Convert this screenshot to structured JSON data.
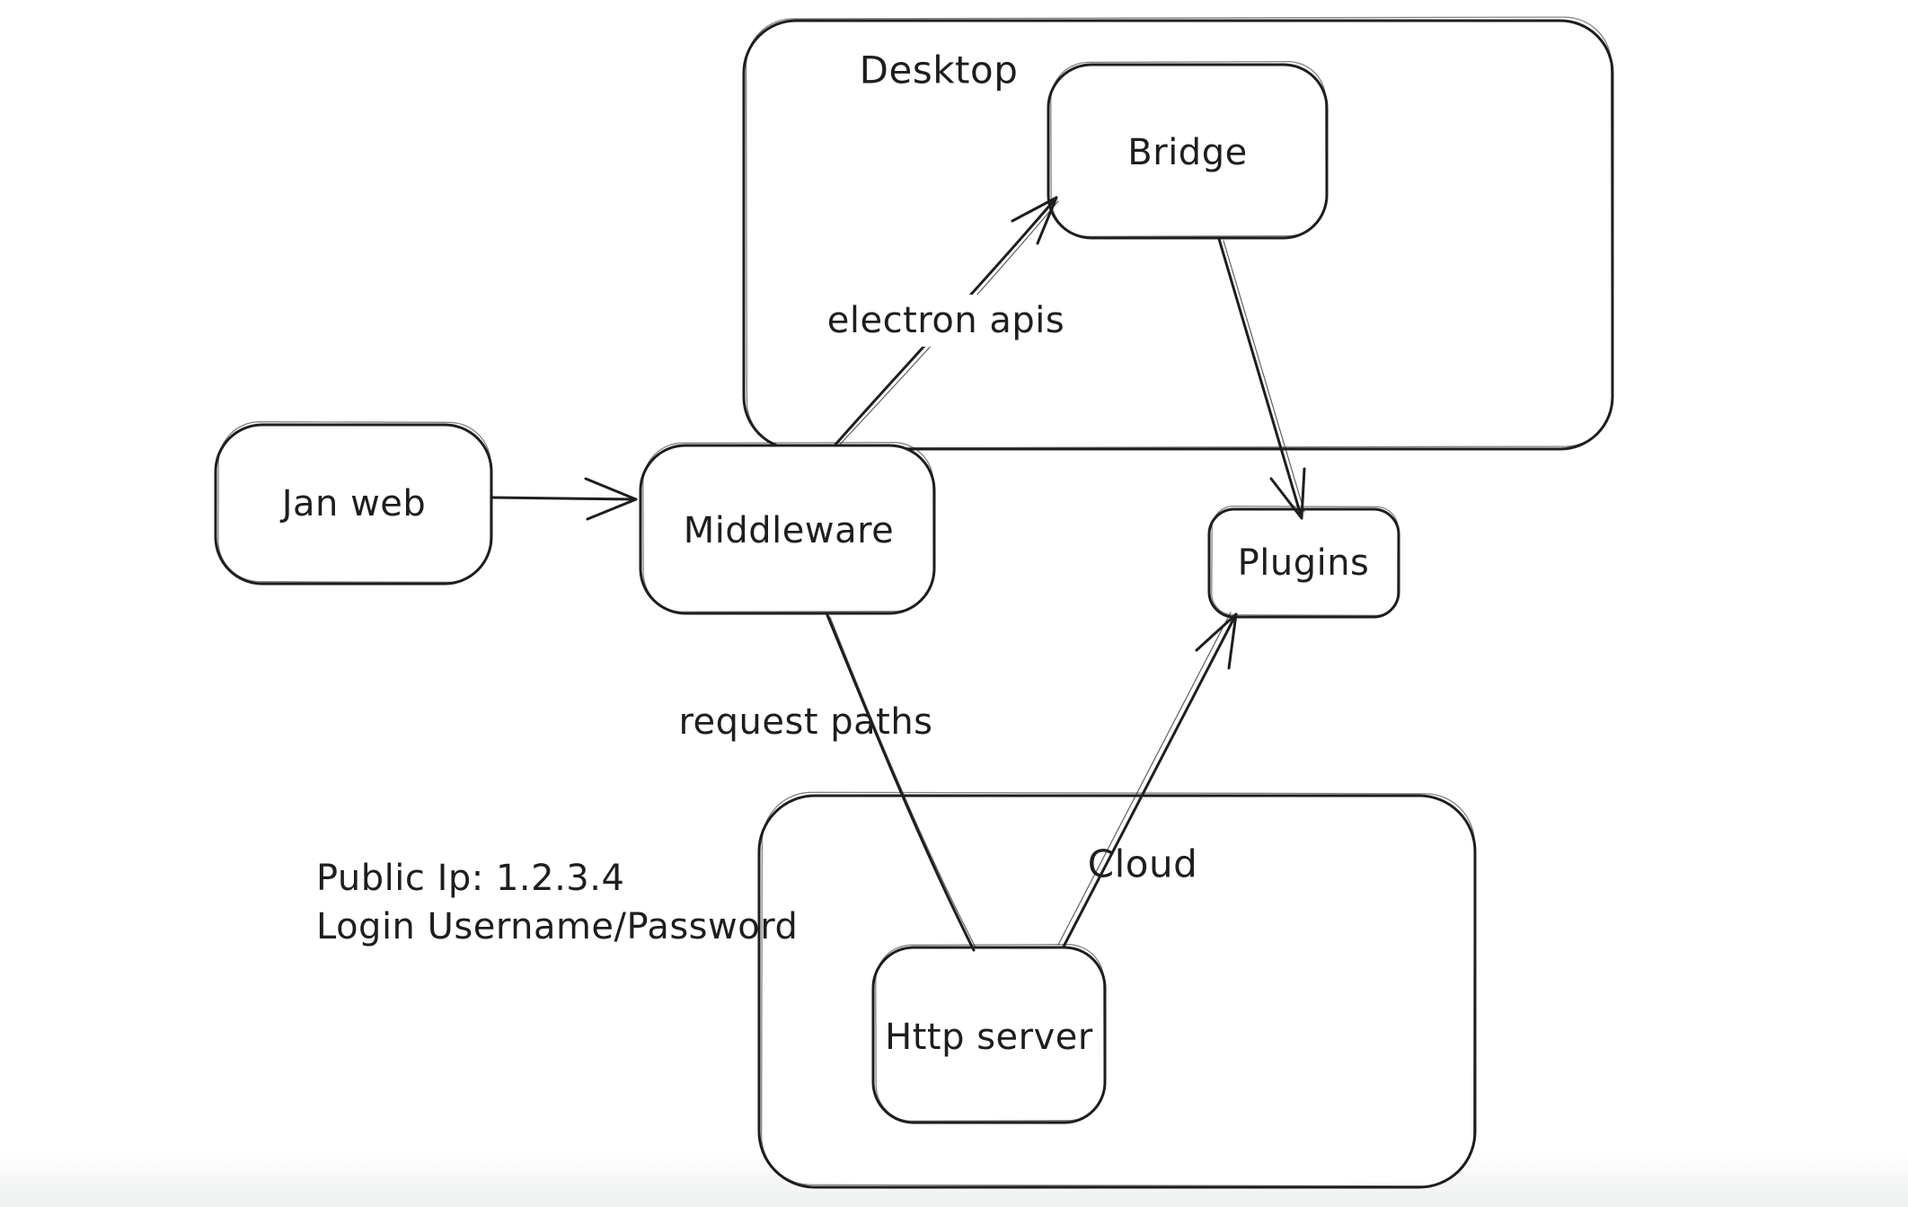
{
  "diagram": {
    "background": "#ffffff",
    "stroke_color": "#1e1e1e",
    "containers": {
      "desktop": {
        "label": "Desktop"
      },
      "cloud": {
        "label": "Cloud"
      }
    },
    "nodes": {
      "jan_web": {
        "label": "Jan web"
      },
      "middleware": {
        "label": "Middleware"
      },
      "bridge": {
        "label": "Bridge"
      },
      "plugins": {
        "label": "Plugins"
      },
      "http_server": {
        "label": "Http server"
      }
    },
    "edges": {
      "jan_web_to_middleware": {
        "label": ""
      },
      "middleware_to_bridge": {
        "label": "electron apis"
      },
      "bridge_to_plugins": {
        "label": ""
      },
      "middleware_to_http_server": {
        "label": "request paths"
      },
      "http_server_to_plugins": {
        "label": ""
      }
    },
    "notes": {
      "public_ip": "Public Ip: 1.2.3.4",
      "login": "Login Username/Password"
    }
  }
}
